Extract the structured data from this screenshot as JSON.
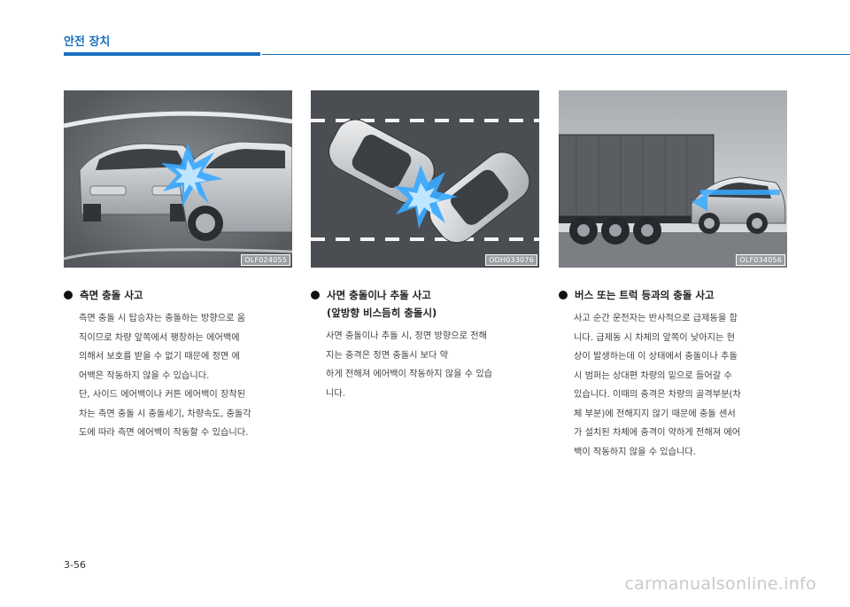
{
  "header": {
    "section_title": "안전 장치",
    "accent_color": "#1a6fc0"
  },
  "figures": [
    {
      "code": "OLF024055"
    },
    {
      "code": "ODH033076"
    },
    {
      "code": "OLF034056"
    }
  ],
  "sections": [
    {
      "heading": "측면 충돌 사고",
      "body": "측면 충돌 시 탑승자는 충돌하는 방향으로 움\n직이므로 차량 앞쪽에서 팽창하는 에어백에\n의해서 보호를 받을 수 없기 때문에 정면 에\n어백은 작동하지 않을 수 있습니다.\n단, 사이드 에어백이나 커튼 에어백이 장착된\n차는 측면 충돌 시 충돌세기, 차량속도, 충돌각\n도에 따라 측면 에어백이 작동할 수 있습니다."
    },
    {
      "heading": "사면 충돌이나 추돌 사고\n(앞방향 비스듬히 충돌시)",
      "body": "사면 충돌이나 추돌 시, 정면 방향으로 전해\n지는 충격은 정면 충돌시 보다 약\n하게 전해져 에어백이 작동하지 않을 수 있습\n니다."
    },
    {
      "heading": "버스 또는 트럭 등과의 충돌 사고",
      "body": "사고 순간 운전자는 반사적으로 급제동을 합\n니다. 급제동 시 차체의 앞쪽이 낮아지는 현\n상이 발생하는데 이 상태에서 충돌이나 추돌\n시 범퍼는 상대편 차량의 밑으로 들어갈 수\n있습니다. 이때의 충격은 차량의 골격부분(차\n체 부분)에 전해지지 않기 때문에 충돌 센서\n가 설치된 차체에 충격이 약하게 전해져 에어\n백이 작동하지 않을 수 있습니다."
    }
  ],
  "footer": {
    "page_number": "3-56",
    "watermark": "carmanualsonline.info"
  }
}
